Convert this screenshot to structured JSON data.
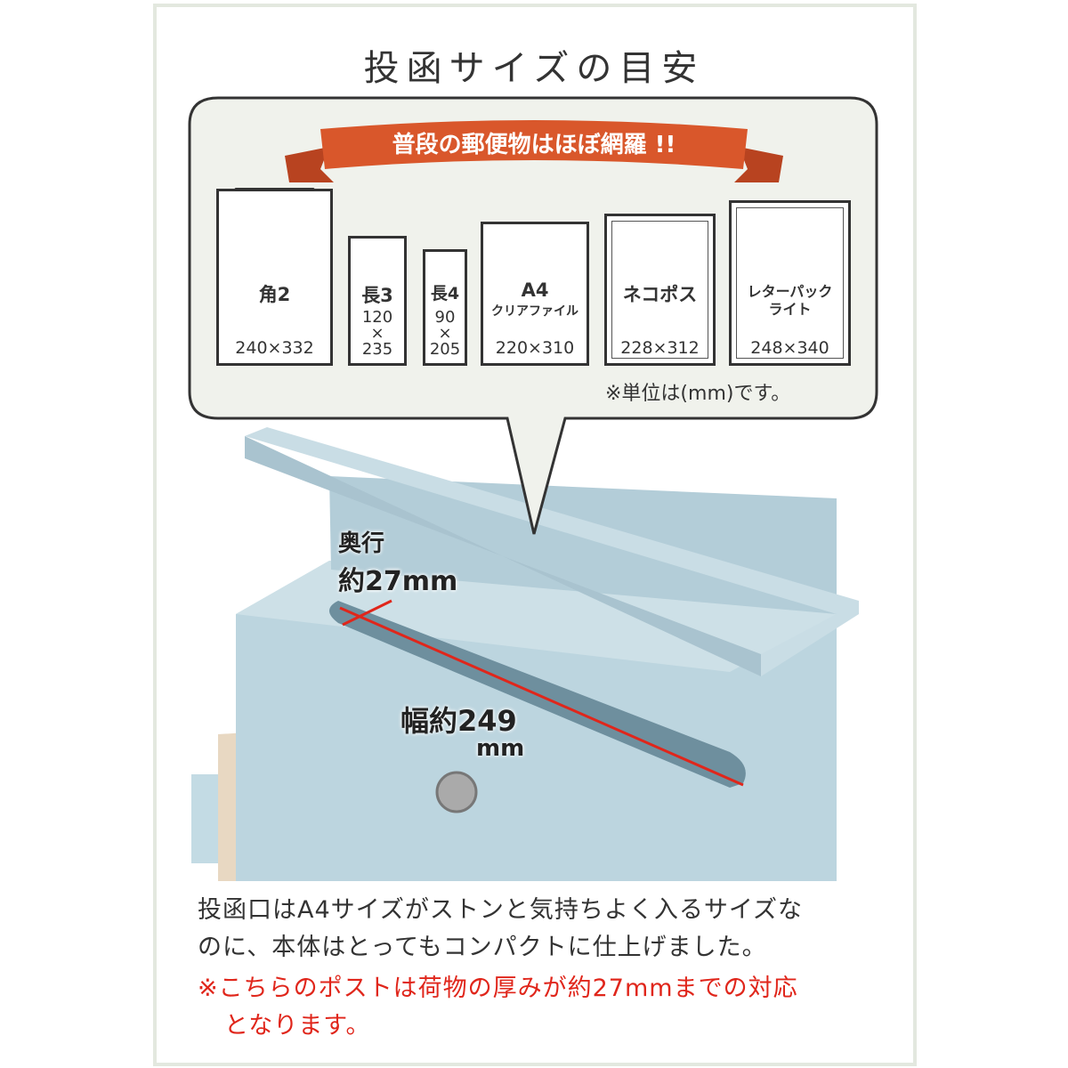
{
  "title": "投函サイズの目安",
  "banner": "普段の郵便物はほぼ網羅 !!",
  "envelopes": [
    {
      "name": "角2",
      "size": "240×332"
    },
    {
      "name": "長3",
      "size": "120\n×\n235"
    },
    {
      "name": "長4",
      "size": "90\n×\n205"
    },
    {
      "name": "A4",
      "sub": "クリアファイル",
      "size": "220×310"
    },
    {
      "name": "ネコポス",
      "size": "228×312"
    },
    {
      "name": "レターパック",
      "sub": "ライト",
      "size": "248×340"
    }
  ],
  "unit_note": "※単位は(mm)です。",
  "depth_label": "奥行",
  "depth_value": "約27mm",
  "width_label": "幅約249",
  "width_unit": "mm",
  "description": [
    "投函口はA4サイズがストンと気持ちよく入るサイズな",
    "のに、本体はとってもコンパクトに仕上げました。"
  ],
  "note": [
    "※こちらのポストは荷物の厚みが約27mmまでの対応",
    "となります。"
  ],
  "colors": {
    "ribbon": "#d9572b",
    "mailbox": "#bcd5df",
    "bubble": "#f0f2ec",
    "note": "#e0261b"
  }
}
